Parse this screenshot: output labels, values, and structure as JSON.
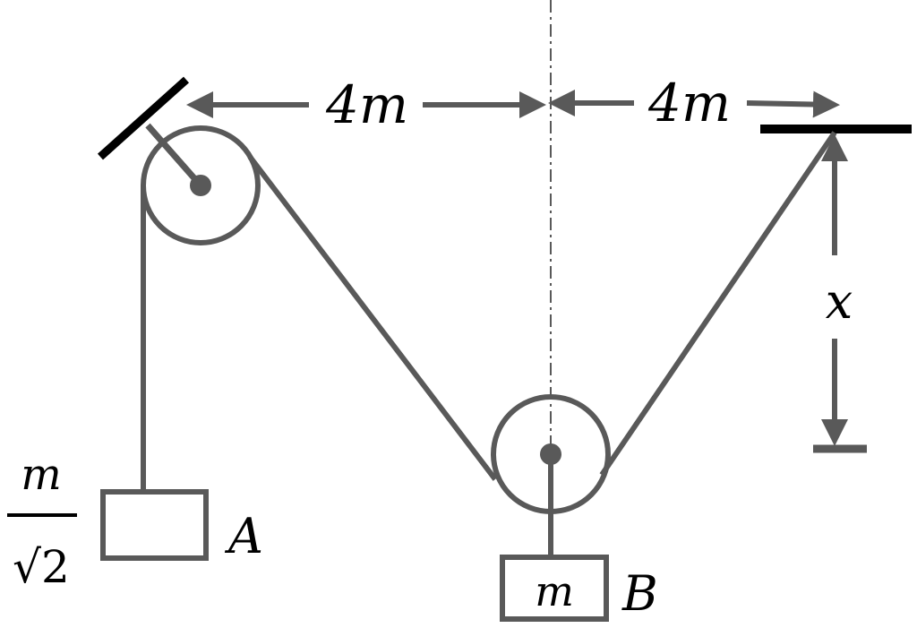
{
  "labels": {
    "left_distance": "4m",
    "right_distance": "4m",
    "height_label": "x",
    "block_a_name": "A",
    "block_b_name": "B",
    "block_b_mass": "m",
    "block_a_mass_numerator": "m",
    "block_a_mass_denominator": "√2"
  },
  "colors": {
    "line": "#595959",
    "support": "#000000",
    "text": "#000000"
  }
}
